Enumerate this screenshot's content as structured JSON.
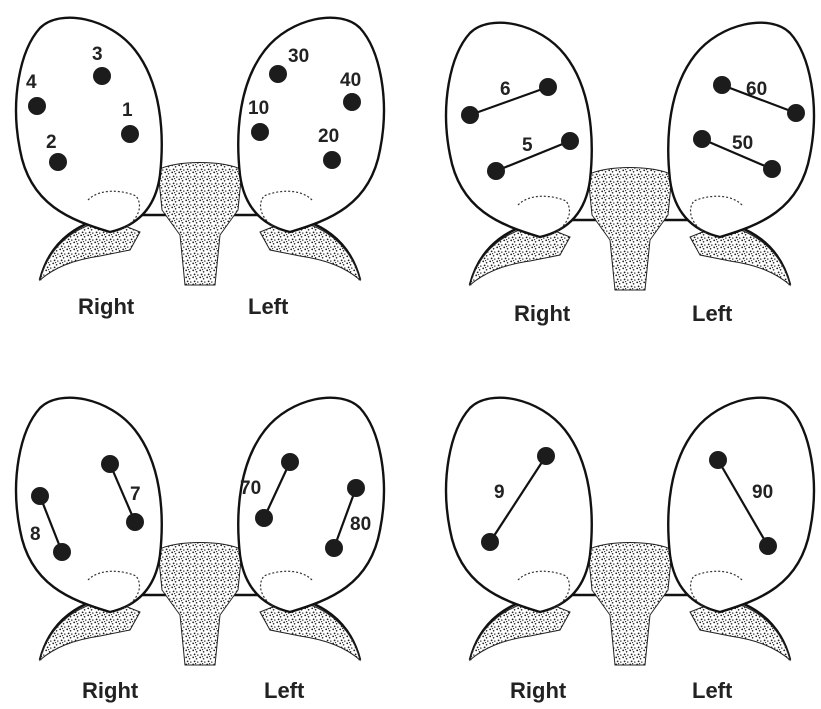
{
  "colors": {
    "ink": "#1c1c1c",
    "paper": "#ffffff"
  },
  "panels": [
    {
      "id": "top-left",
      "right_label": "Right",
      "left_label": "Left",
      "points": [
        "1",
        "2",
        "3",
        "4",
        "10",
        "20",
        "30",
        "40"
      ],
      "pairs": []
    },
    {
      "id": "top-right",
      "right_label": "Right",
      "left_label": "Left",
      "points": [],
      "pairs": [
        "5",
        "6",
        "50",
        "60"
      ]
    },
    {
      "id": "bottom-left",
      "right_label": "Right",
      "left_label": "Left",
      "points": [],
      "pairs": [
        "7",
        "8",
        "70",
        "80"
      ]
    },
    {
      "id": "bottom-right",
      "right_label": "Right",
      "left_label": "Left",
      "points": [],
      "pairs": [
        "9",
        "90"
      ]
    }
  ]
}
